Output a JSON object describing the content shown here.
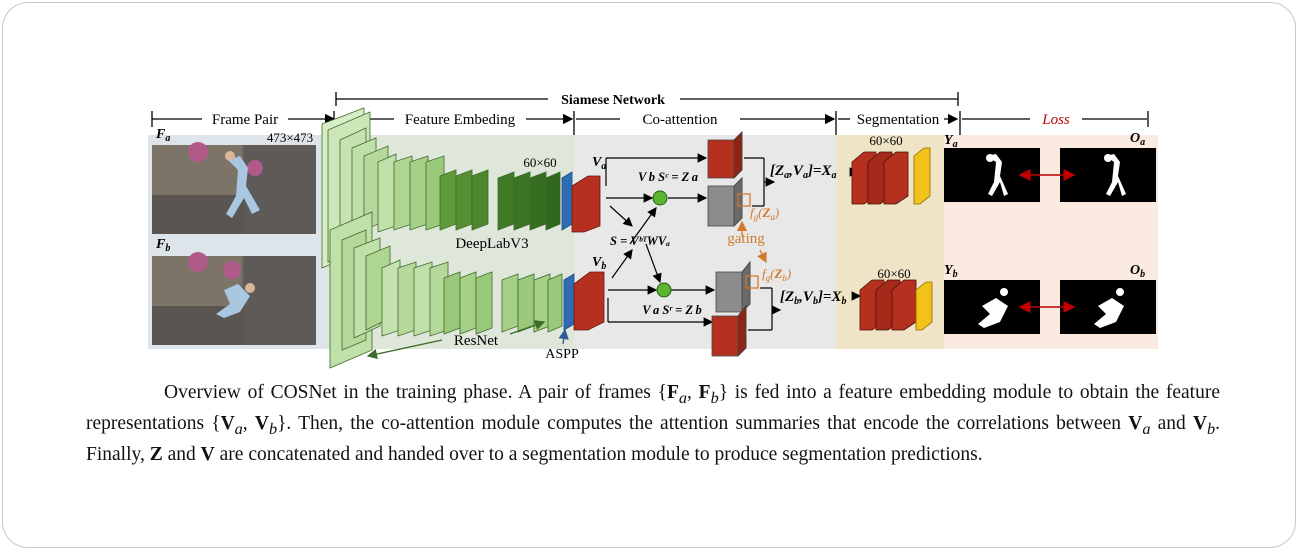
{
  "figure": {
    "siamese_network": "Siamese Network",
    "sections": {
      "frame_pair": "Frame Pair",
      "feature_embedding": "Feature Embeding",
      "co_attention": "Co-attention",
      "segmentation": "Segmentation",
      "loss": "Loss"
    },
    "resolution_input": "473×473",
    "resolution_feat": "60×60",
    "resolution_seg_top": "60×60",
    "resolution_seg_bottom": "60×60",
    "frame_a_label": "F",
    "frame_a_sub": "a",
    "frame_b_label": "F",
    "frame_b_sub": "b",
    "deeplab_label": "DeepLabV3",
    "resnet_label": "ResNet",
    "aspp_label": "ASPP",
    "va_label": "V",
    "va_sub": "a",
    "vb_label": "V",
    "vb_sub": "b",
    "eq_top": "V b Sᶜ = Z a",
    "eq_affinity": "S = VᵇᵀWVₐ",
    "eq_bottom": "V a Sʳ = Z b",
    "gating_label": "gating",
    "fg_za": "f",
    "fg_za_rest": "(Z",
    "fg_zb": "f",
    "concat_top": "[Zₐ,Vₐ]=Xₐ",
    "concat_bottom": "[Z_b,V_b]=X_b",
    "ya_label": "Y",
    "ya_sub": "a",
    "yb_label": "Y",
    "yb_sub": "b",
    "oa_label": "O",
    "oa_sub": "a",
    "ob_label": "O",
    "ob_sub": "b"
  },
  "colors": {
    "light_green": "#bfe0a8",
    "mid_green": "#8cc26a",
    "dark_green": "#4f8a2c",
    "deep_green": "#2f6e1c",
    "aspp_blue": "#2e6db5",
    "red_block": "#b5301f",
    "gray_block": "#8c8c8c",
    "yellow_block": "#f2c21b",
    "gate_green": "#5cb531",
    "loss_red": "#c00000",
    "gating_orange": "#d17a2a",
    "embed_bg": "#dfe6da",
    "coatt_bg": "#e8e8e8",
    "seg_bg": "#efe4c6",
    "loss_bg": "#fbeadf"
  },
  "caption": {
    "s1": "Overview of COSNet in the training phase.  A pair of frames {",
    "s2": "F",
    "s3": "a",
    "s4": ", ",
    "s5": "F",
    "s6": "b",
    "s7": "} is fed into a feature embedding module to obtain the feature representations {",
    "s8": "V",
    "s9": "a",
    "s10": ", ",
    "s11": "V",
    "s12": "b",
    "s13": "}. Then, the co-attention module computes the attention summaries that encode the correlations between ",
    "s14": "V",
    "s15": "a",
    "s16": " and ",
    "s17": "V",
    "s18": "b",
    "s19": ". Finally, ",
    "s20": "Z",
    "s21": " and ",
    "s22": "V",
    "s23": " are concatenated and handed over to a segmentation module to produce segmentation predictions."
  }
}
